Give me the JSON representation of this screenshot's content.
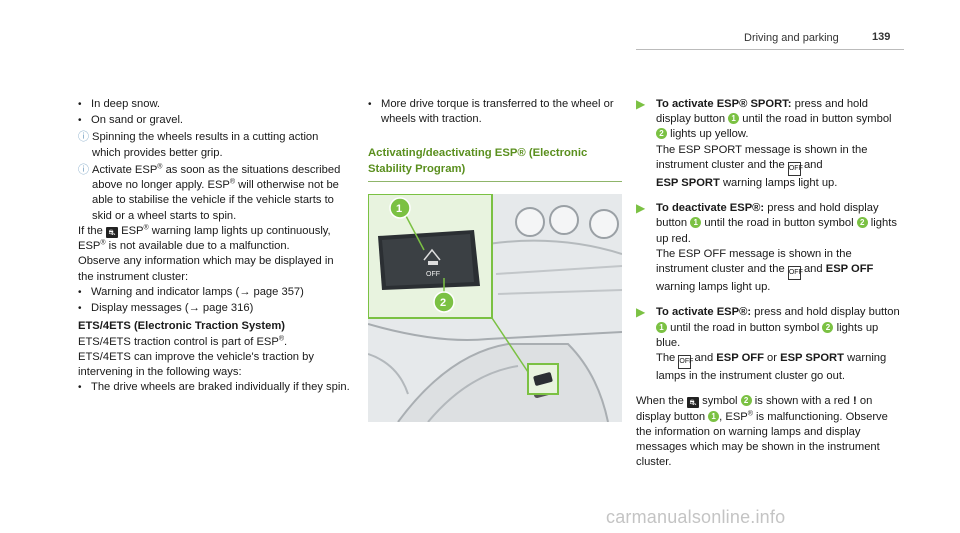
{
  "header": {
    "title": "Driving and parking",
    "page": "139"
  },
  "col1": {
    "bullets1": [
      "In deep snow.",
      "On sand or gravel."
    ],
    "note1": "Spinning the wheels results in a cutting action which provides better grip.",
    "note2_a": "Activate ESP",
    "note2_b": " as soon as the situations described above no longer apply. ESP",
    "note2_c": " will otherwise not be able to stabilise the vehicle if the vehicle starts to skid or a wheel starts to spin.",
    "para1_a": "If the ",
    "para1_b": " ESP",
    "para1_c": " warning lamp lights up continuously, ESP",
    "para1_d": " is not available due to a malfunction.",
    "para2": "Observe any information which may be displayed in the instrument cluster:",
    "bullets2": [
      "Warning and indicator lamps (→ page 357)",
      "Display messages (→ page 316)"
    ],
    "heading": "ETS/4ETS (Electronic Traction System)",
    "para3_a": "ETS/4ETS traction control is part of ESP",
    "para3_b": ".",
    "para4": "ETS/4ETS can improve the vehicle's traction by intervening in the following ways:",
    "bullets3": [
      "The drive wheels are braked individually if they spin."
    ]
  },
  "col2": {
    "bullets": [
      "More drive torque is transferred to the wheel or wheels with traction."
    ],
    "section_title": "Activating/deactivating ESP® (Electronic Stability Program)",
    "figure": {
      "callout1": "1",
      "callout2": "2",
      "button_text": "OFF"
    }
  },
  "col3": {
    "step1_title": "To activate ESP® SPORT:",
    "step1_a": " press and hold display button ",
    "step1_b": " until the road in button symbol ",
    "step1_c": " lights up yellow.",
    "step1_d": "The ESP SPORT message is shown in the instrument cluster and the ",
    "step1_e": " and ",
    "step1_f": "ESP SPORT",
    "step1_g": " warning lamps light up.",
    "step2_title": "To deactivate ESP®:",
    "step2_a": " press and hold display button ",
    "step2_b": " until the road in button symbol ",
    "step2_c": " lights up red.",
    "step2_d": "The ESP OFF message is shown in the instrument cluster and the ",
    "step2_e": " and ",
    "step2_f": "ESP OFF",
    "step2_g": " warning lamps light up.",
    "step3_title": "To activate ESP®:",
    "step3_a": " press and hold display button ",
    "step3_b": " until the road in button symbol ",
    "step3_c": " lights up blue.",
    "step3_d": "The ",
    "step3_e": " and ",
    "step3_f": "ESP OFF",
    "step3_g": " or ",
    "step3_h": "ESP SPORT",
    "step3_i": " warning lamps in the instrument cluster go out.",
    "final_a": "When the ",
    "final_b": " symbol ",
    "final_c": " is shown with a red ",
    "final_d": "!",
    "final_e": " on display button ",
    "final_f": ", ESP",
    "final_g": " is malfunctioning. Observe the information on warning lamps and display messages which may be shown in the instrument cluster."
  },
  "num1": "1",
  "num2": "2",
  "reg": "®",
  "icon_off": "OFF",
  "watermark": "carmanualsonline.info",
  "colors": {
    "accent": "#7bc143",
    "title": "#5a8f1e"
  }
}
